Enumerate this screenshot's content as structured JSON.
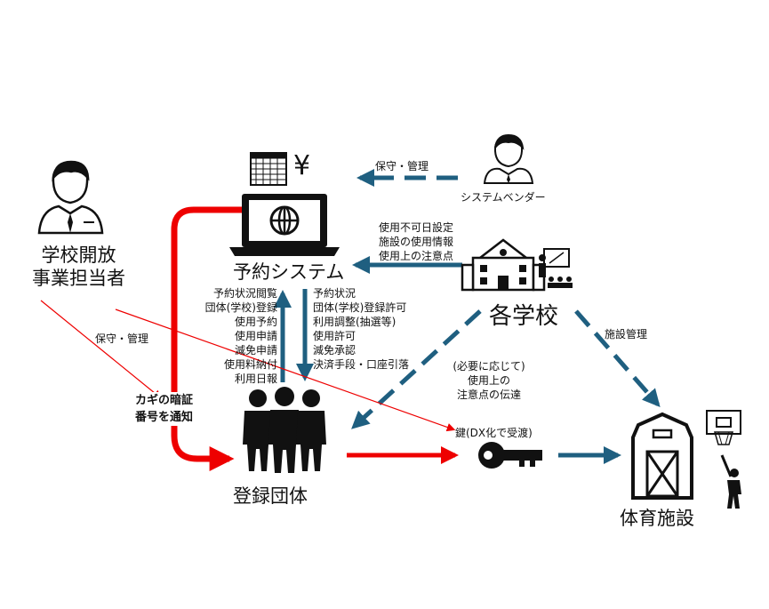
{
  "nodes": {
    "school_officer": [
      "学校開放",
      "事業担当者"
    ],
    "reservation_system": "予約システム",
    "vendor": "システムベンダー",
    "schools": "各学校",
    "registered_group": "登録団体",
    "sports_facility": "体育施設",
    "yen_symbol": "¥"
  },
  "labels": {
    "maint_vendor": "保守・管理",
    "maint_officer": "保守・管理",
    "school_settings": [
      "使用不可日設定",
      "施設の使用情報",
      "使用上の注意点"
    ],
    "group_to_system": [
      "予約状況閲覧",
      "団体(学校)登録",
      "使用予約",
      "使用申請",
      "減免申請",
      "使用料納付",
      "利用日報"
    ],
    "system_to_group": [
      "予約状況",
      "団体(学校)登録許可",
      "利用調整(抽選等)",
      "使用許可",
      "減免承認",
      "決済手段・口座引落"
    ],
    "key_notice": [
      "カギの暗証",
      "番号を通知"
    ],
    "school_notice": [
      "(必要に応じて)",
      "使用上の",
      "注意点の伝達"
    ],
    "facility_management": "施設管理",
    "key": "鍵(DX化で受渡)"
  },
  "colors": {
    "red": "#ee0000",
    "teal": "#1f5f80",
    "black": "#111111"
  }
}
